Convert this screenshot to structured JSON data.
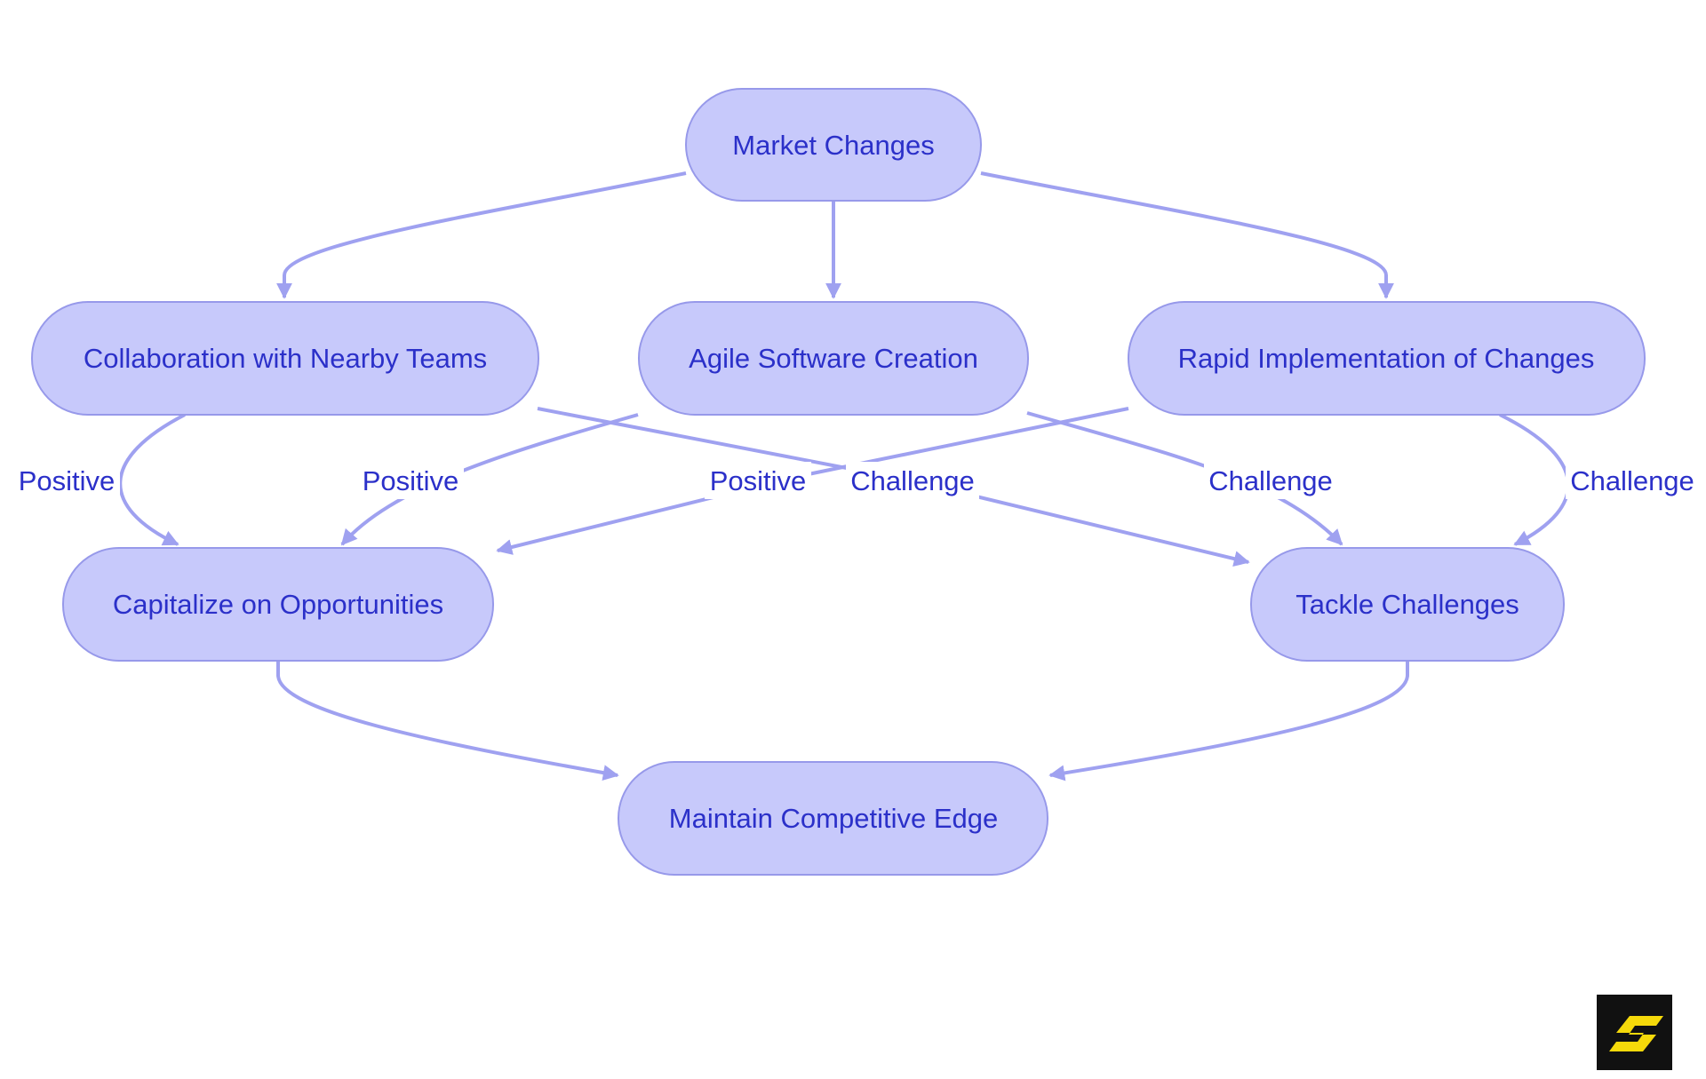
{
  "diagram": {
    "colors": {
      "node_fill": "#c7c9fb",
      "node_stroke": "#9799ea",
      "node_text": "#2b30c9",
      "edge_stroke": "#9fa1f0",
      "logo_background": "#111111",
      "logo_mark": "#f5d90a"
    },
    "nodes": {
      "market_changes": "Market Changes",
      "collaboration": "Collaboration with Nearby Teams",
      "agile": "Agile Software Creation",
      "rapid": "Rapid Implementation of Changes",
      "capitalize": "Capitalize on Opportunities",
      "tackle": "Tackle Challenges",
      "maintain": "Maintain Competitive Edge"
    },
    "edges": [
      {
        "from": "Market Changes",
        "to": "Collaboration with Nearby Teams",
        "label": ""
      },
      {
        "from": "Market Changes",
        "to": "Agile Software Creation",
        "label": ""
      },
      {
        "from": "Market Changes",
        "to": "Rapid Implementation of Changes",
        "label": ""
      },
      {
        "from": "Collaboration with Nearby Teams",
        "to": "Capitalize on Opportunities",
        "label": "Positive"
      },
      {
        "from": "Agile Software Creation",
        "to": "Capitalize on Opportunities",
        "label": "Positive"
      },
      {
        "from": "Rapid Implementation of Changes",
        "to": "Capitalize on Opportunities",
        "label": "Positive"
      },
      {
        "from": "Collaboration with Nearby Teams",
        "to": "Tackle Challenges",
        "label": "Challenge"
      },
      {
        "from": "Agile Software Creation",
        "to": "Tackle Challenges",
        "label": "Challenge"
      },
      {
        "from": "Rapid Implementation of Changes",
        "to": "Tackle Challenges",
        "label": "Challenge"
      },
      {
        "from": "Capitalize on Opportunities",
        "to": "Maintain Competitive Edge",
        "label": ""
      },
      {
        "from": "Tackle Challenges",
        "to": "Maintain Competitive Edge",
        "label": ""
      }
    ],
    "logo_icon": "brand-logo-icon"
  }
}
